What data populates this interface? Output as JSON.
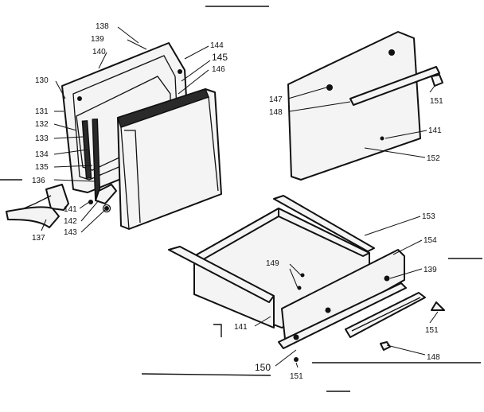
{
  "callouts": {
    "c138": "138",
    "c139a": "139",
    "c140": "140",
    "c144": "144",
    "c145": "145",
    "c146": "146",
    "c130": "130",
    "c131": "131",
    "c132": "132",
    "c133": "133",
    "c134": "134",
    "c135": "135",
    "c136": "136",
    "c137": "137",
    "c141a": "141",
    "c142": "142",
    "c143": "143",
    "c147": "147",
    "c148a": "148",
    "c151a": "151",
    "c141b": "141",
    "c152": "152",
    "c153": "153",
    "c154": "154",
    "c149": "149",
    "c139b": "139",
    "c141c": "141",
    "c151b": "151",
    "c148b": "148",
    "c150": "150",
    "c151c": "151"
  }
}
